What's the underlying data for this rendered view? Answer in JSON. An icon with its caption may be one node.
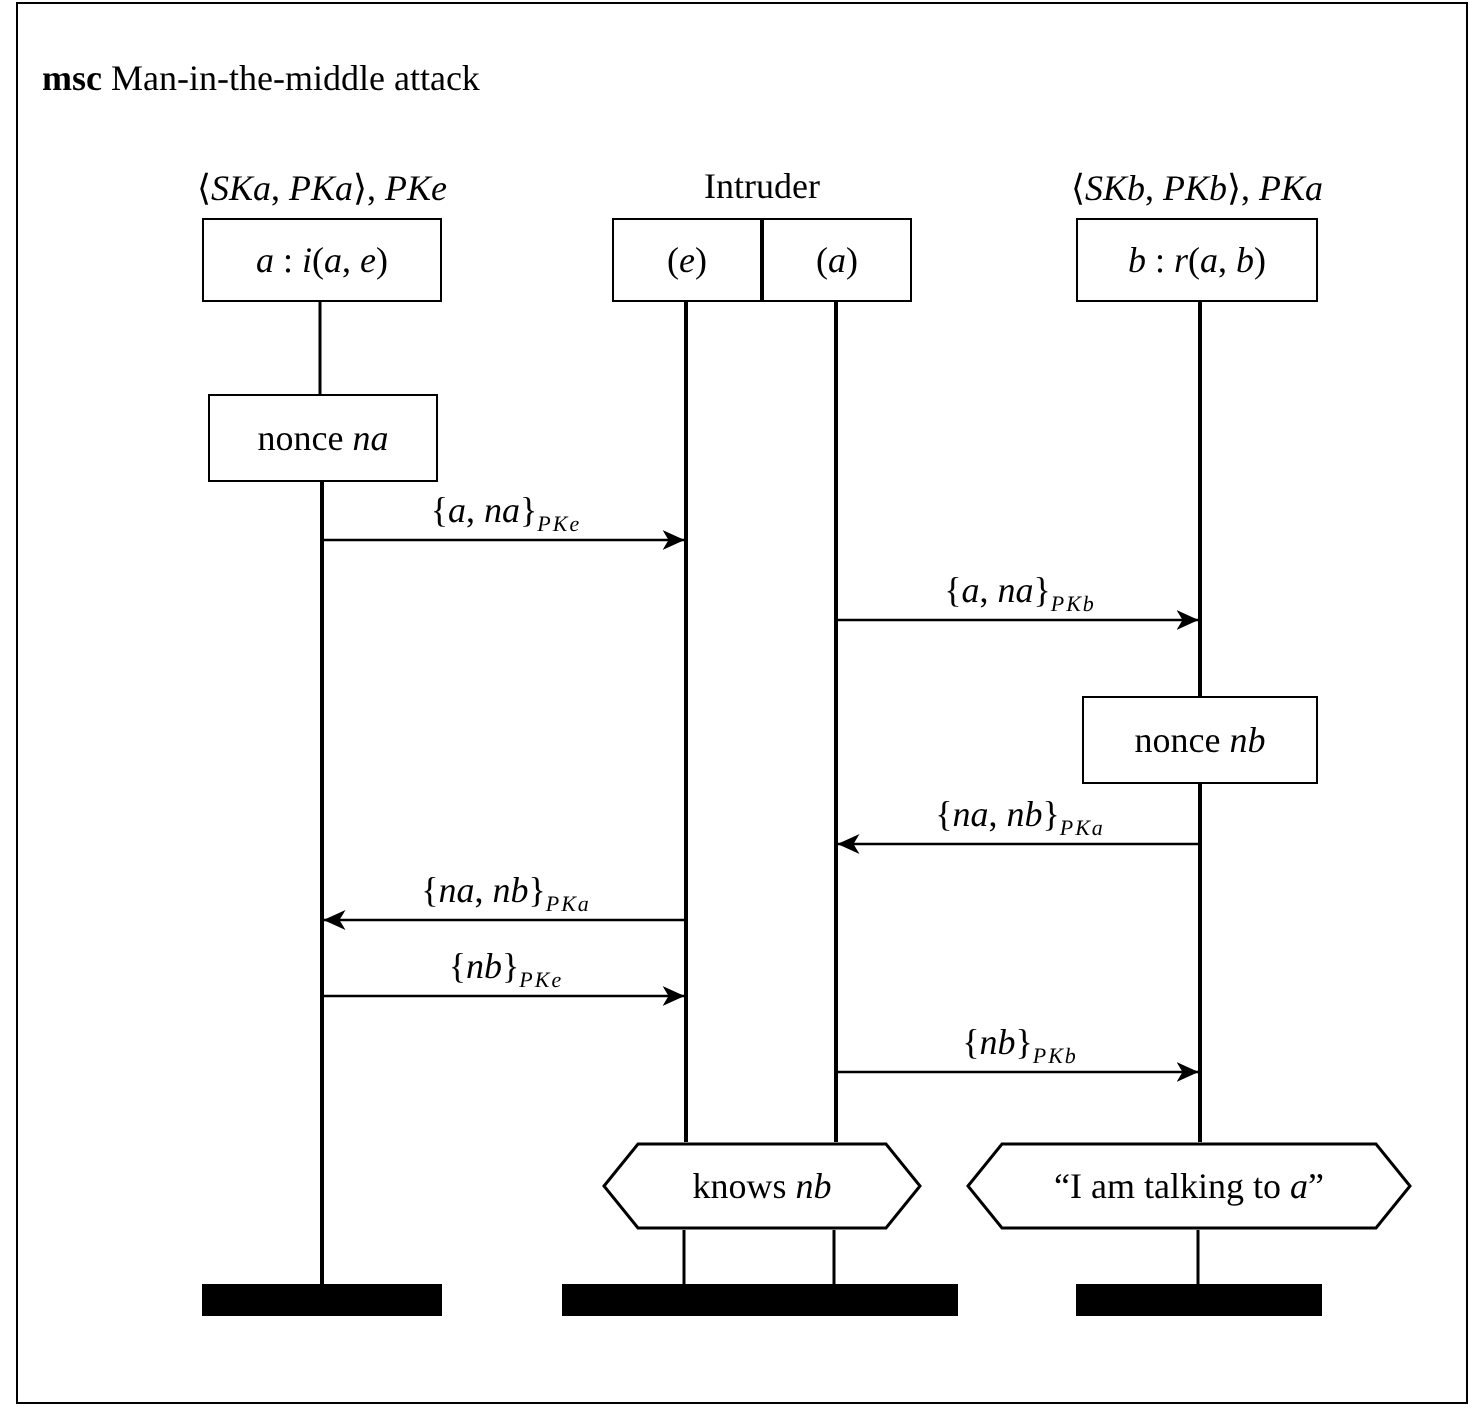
{
  "diagram": {
    "title": "**msc** Man-in-the-middle attack",
    "nodes": [
      {
        "text": [
          "*a* : *i*(*a*, *e*)"
        ],
        "beside": [
          "⟨*SKa*, *PKa*⟩, *PKe*"
        ]
      },
      {
        "text": [
          "(*e*)"
        ]
      },
      {
        "text": [
          "(*a*)"
        ]
      },
      {
        "text": [
          "*b* : *r*(*a*, *b*)"
        ],
        "beside": [
          "⟨*SKb*, *PKb*⟩, *PKa*"
        ]
      },
      {
        "text": [],
        "shape": "line"
      },
      {
        "text": [],
        "shape": "line"
      },
      {
        "text": [],
        "shape": "line"
      },
      {
        "text": [],
        "shape": "line"
      },
      {
        "text": [
          "nonce *na*"
        ]
      },
      {
        "text": [
          "nonce *nb*"
        ]
      },
      {
        "text": [],
        "shape": "line"
      },
      {
        "text": [
          "knows *nb*"
        ]
      },
      {
        "text": [
          "“I am talking to *a*”"
        ]
      },
      {
        "text": [],
        "shape": "bar"
      },
      {
        "text": [],
        "shape": "bar"
      },
      {
        "text": [],
        "shape": "bar"
      },
      {
        "text": [],
        "shape": "bar"
      }
    ],
    "edges": [
      {
        "from": 4,
        "to": 5,
        "arrow": "to",
        "label": "{*a*, *na*}$_{PKe}$"
      },
      {
        "from": 6,
        "to": 7,
        "arrow": "to",
        "label": "{*a*, *na*}$_{PKb}$"
      },
      {
        "from": 10,
        "to": 6,
        "arrow": "to",
        "label": "{*na*, *nb*}$_{PKa}$"
      },
      {
        "from": 5,
        "to": 4,
        "arrow": "to",
        "label": "{*na*, *nb*}$_{PKa}$"
      },
      {
        "from": 4,
        "to": 5,
        "arrow": "to",
        "label": "{*nb*}$_{PKe}$"
      },
      {
        "from": 6,
        "to": 10,
        "arrow": "to",
        "label": "{*nb*}$_{PKb}$"
      },
      {
        "from": 0,
        "to": 8,
        "arrow": "none"
      },
      {
        "from": 11,
        "to": 14,
        "arrow": "none"
      },
      {
        "from": 11,
        "to": 15,
        "arrow": "none"
      },
      {
        "from": 12,
        "to": 16,
        "arrow": "none"
      }
    ],
    "labels": [
      "Intruder"
    ]
  }
}
